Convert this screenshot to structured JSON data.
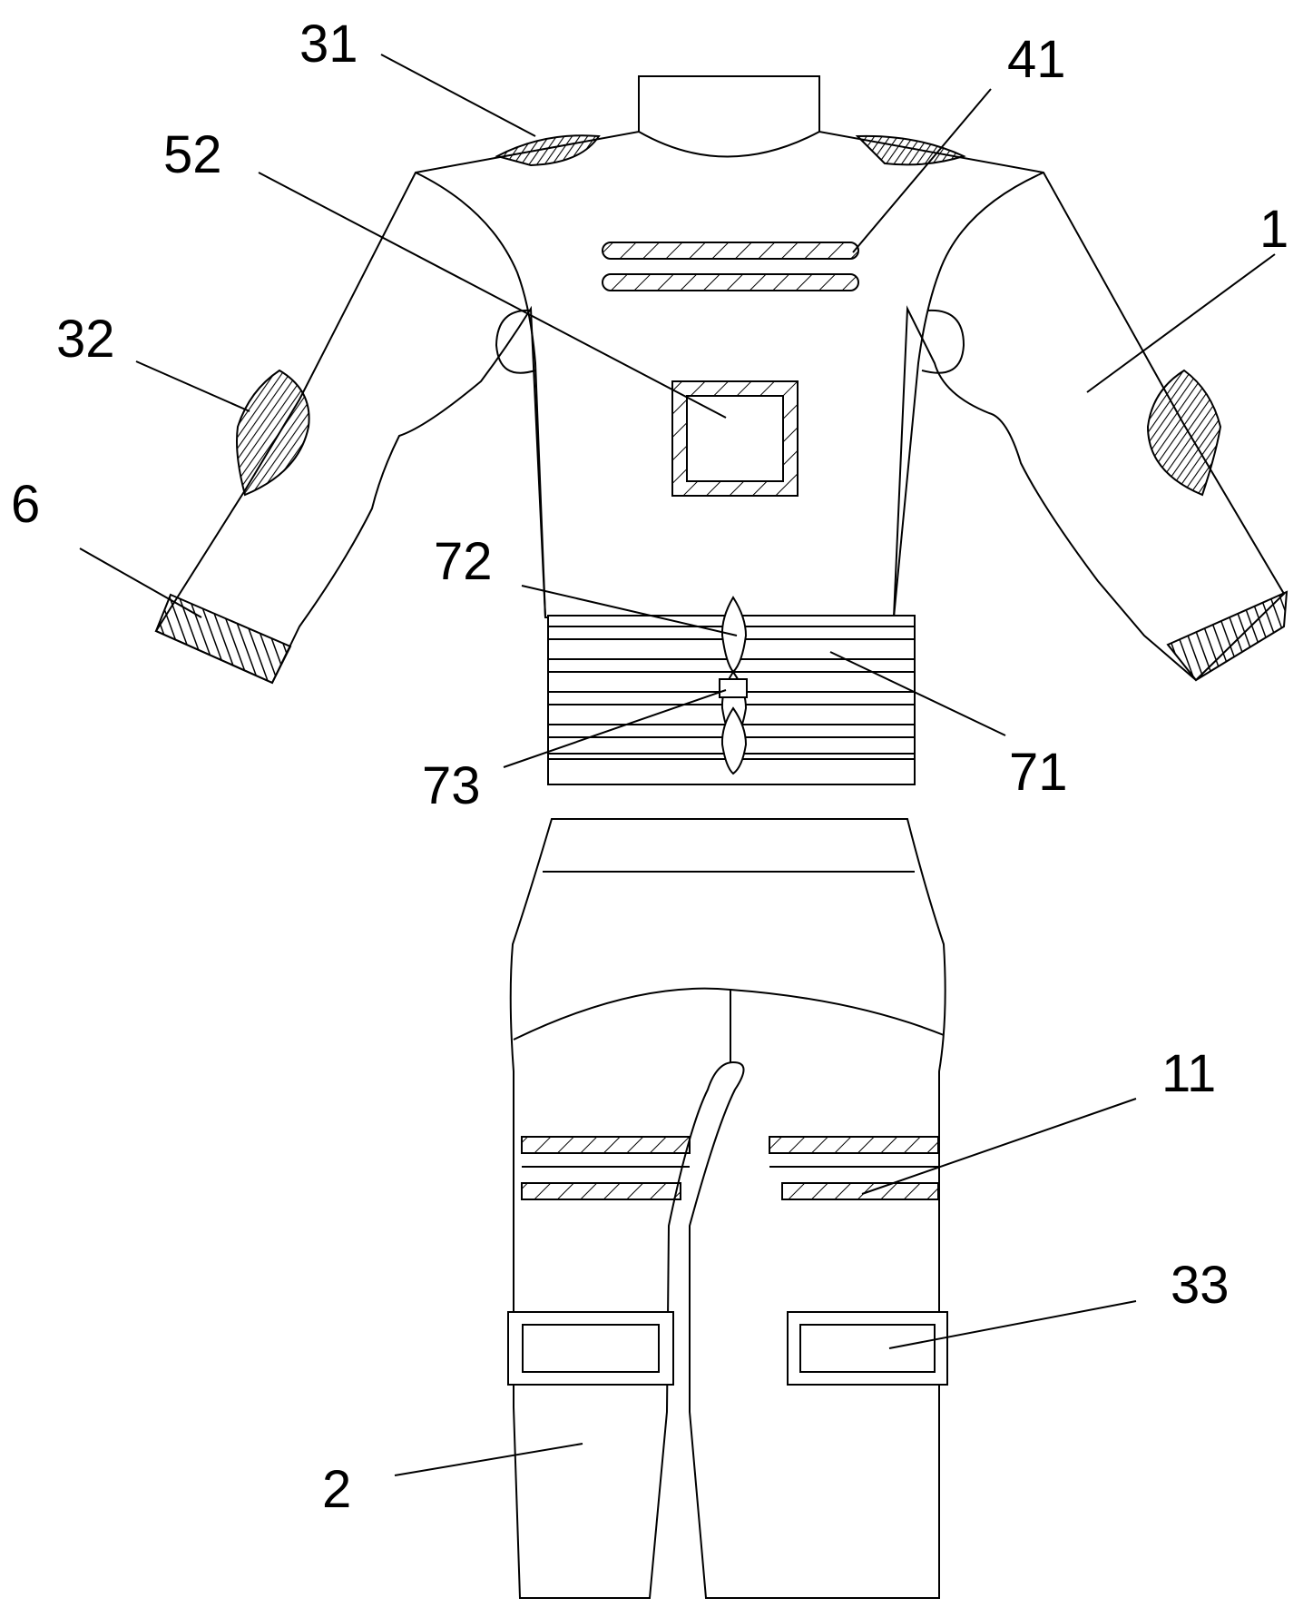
{
  "labels": {
    "l1": "1",
    "l2": "2",
    "l6": "6",
    "l11": "11",
    "l31": "31",
    "l32": "32",
    "l33": "33",
    "l41": "41",
    "l52": "52",
    "l71": "71",
    "l72": "72",
    "l73": "73"
  }
}
